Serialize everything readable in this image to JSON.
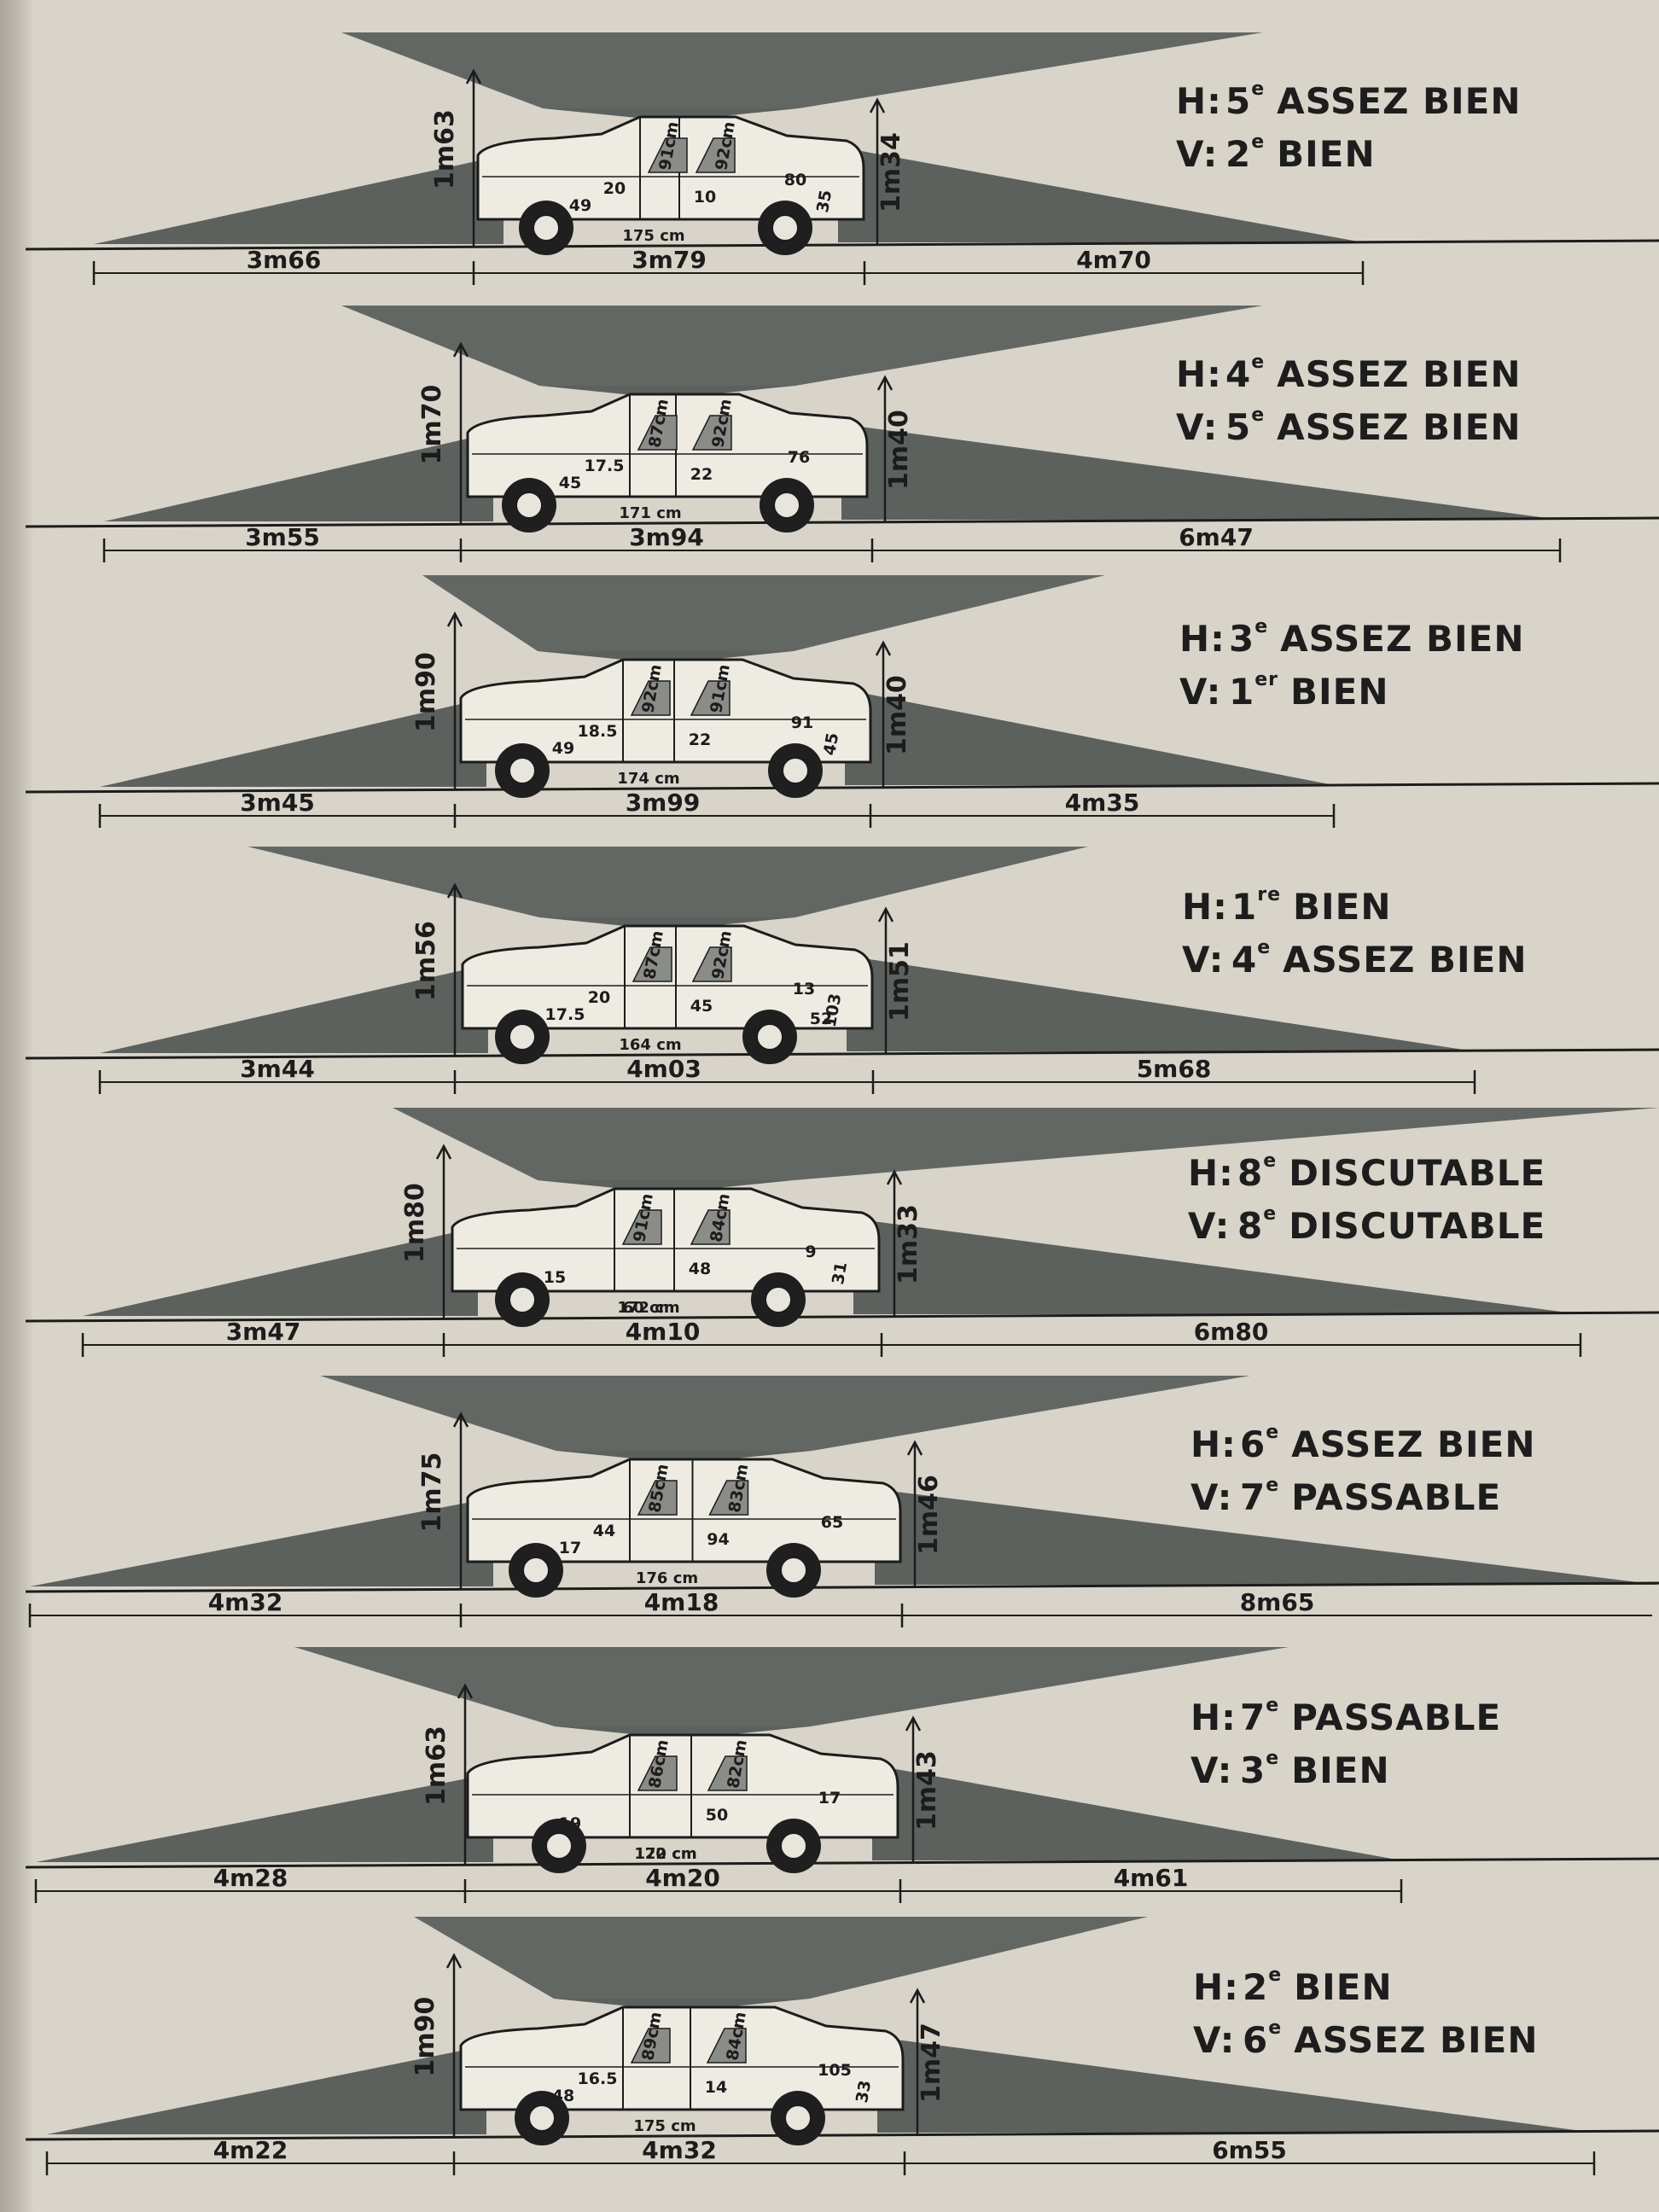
{
  "colors": {
    "paper": "#d8d4ca",
    "shade": "#5d615e",
    "ink": "#1c1c1c"
  },
  "cars": [
    {
      "height": "1m63",
      "height_rear": "1m34",
      "dist_left": "3m66",
      "length": "3m79",
      "dist_right": "4m70",
      "interior": [
        "91cm",
        "92cm",
        "20",
        "49",
        "10",
        "80",
        "35",
        "175 cm"
      ],
      "h": {
        "label": "H",
        "rank": "5",
        "suffix": "e",
        "verdict": "ASSEZ BIEN"
      },
      "v": {
        "label": "V",
        "rank": "2",
        "suffix": "e",
        "verdict": "BIEN"
      }
    },
    {
      "height": "1m70",
      "height_rear": "1m40",
      "dist_left": "3m55",
      "length": "3m94",
      "dist_right": "6m47",
      "interior": [
        "87cm",
        "92cm",
        "17.5",
        "45",
        "22",
        "76",
        "171 cm"
      ],
      "h": {
        "label": "H",
        "rank": "4",
        "suffix": "e",
        "verdict": "ASSEZ BIEN"
      },
      "v": {
        "label": "V",
        "rank": "5",
        "suffix": "e",
        "verdict": "ASSEZ BIEN"
      }
    },
    {
      "height": "1m90",
      "height_rear": "1m40",
      "dist_left": "3m45",
      "length": "3m99",
      "dist_right": "4m35",
      "interior": [
        "92cm",
        "91cm",
        "18.5",
        "49",
        "22",
        "91",
        "45",
        "174 cm"
      ],
      "h": {
        "label": "H",
        "rank": "3",
        "suffix": "e",
        "verdict": "ASSEZ BIEN"
      },
      "v": {
        "label": "V",
        "rank": "1",
        "suffix": "er",
        "verdict": "BIEN"
      }
    },
    {
      "height": "1m56",
      "height_rear": "1m51",
      "dist_left": "3m44",
      "length": "4m03",
      "dist_right": "5m68",
      "interior": [
        "87cm",
        "92cm",
        "20",
        "17.5",
        "45",
        "13",
        "103",
        "52",
        "164 cm"
      ],
      "h": {
        "label": "H",
        "rank": "1",
        "suffix": "re",
        "verdict": "BIEN"
      },
      "v": {
        "label": "V",
        "rank": "4",
        "suffix": "e",
        "verdict": "ASSEZ BIEN"
      }
    },
    {
      "height": "1m80",
      "height_rear": "1m33",
      "dist_left": "3m47",
      "length": "4m10",
      "dist_right": "6m80",
      "interior": [
        "91cm",
        "84cm",
        "60 cm",
        "15",
        "48",
        "9",
        "31",
        "172 cm"
      ],
      "h": {
        "label": "H",
        "rank": "8",
        "suffix": "e",
        "verdict": "DISCUTABLE"
      },
      "v": {
        "label": "V",
        "rank": "8",
        "suffix": "e",
        "verdict": "DISCUTABLE"
      }
    },
    {
      "height": "1m75",
      "height_rear": "1m46",
      "dist_left": "4m32",
      "length": "4m18",
      "dist_right": "8m65",
      "interior": [
        "85cm",
        "83cm",
        "44",
        "17",
        "94",
        "65",
        "176 cm"
      ],
      "h": {
        "label": "H",
        "rank": "6",
        "suffix": "e",
        "verdict": "ASSEZ BIEN"
      },
      "v": {
        "label": "V",
        "rank": "7",
        "suffix": "e",
        "verdict": "PASSABLE"
      }
    },
    {
      "height": "1m63",
      "height_rear": "1m43",
      "dist_left": "4m28",
      "length": "4m20",
      "dist_right": "4m61",
      "interior": [
        "86cm",
        "82cm",
        "120 cm",
        "19",
        "50",
        "17",
        "172 cm"
      ],
      "h": {
        "label": "H",
        "rank": "7",
        "suffix": "e",
        "verdict": "PASSABLE"
      },
      "v": {
        "label": "V",
        "rank": "3",
        "suffix": "e",
        "verdict": "BIEN"
      }
    },
    {
      "height": "1m90",
      "height_rear": "1m47",
      "dist_left": "4m22",
      "length": "4m32",
      "dist_right": "6m55",
      "interior": [
        "89cm",
        "84cm",
        "16.5",
        "48",
        "14",
        "105",
        "33",
        "175 cm"
      ],
      "h": {
        "label": "H",
        "rank": "2",
        "suffix": "e",
        "verdict": "BIEN"
      },
      "v": {
        "label": "V",
        "rank": "6",
        "suffix": "e",
        "verdict": "ASSEZ BIEN"
      }
    }
  ]
}
